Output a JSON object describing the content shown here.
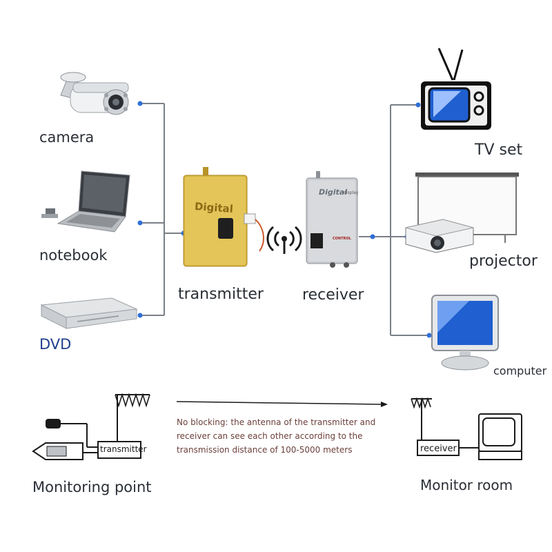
{
  "sources": {
    "camera": "camera",
    "notebook": "notebook",
    "dvd": "DVD"
  },
  "devices": {
    "transmitter": "transmitter",
    "receiver": "receiver",
    "transmitter_face": "Digital",
    "receiver_face": "Digital",
    "receiver_face_small": "display",
    "receiver_button": "CONTROL"
  },
  "outputs": {
    "tv": "TV set",
    "projector": "projector",
    "computer": "computer"
  },
  "bottom": {
    "tx_box": "transmitter",
    "rx_box": "receiver",
    "note_line1": "No blocking: the antenna of the transmitter and",
    "note_line2": "receiver can see each other according to the",
    "note_line3": "transmission distance of 100-5000 meters",
    "left_caption": "Monitoring point",
    "right_caption": "Monitor room"
  },
  "colors": {
    "wire": "#7a7f86",
    "dot": "#2f6fd6",
    "dvd_label": "#1f3e8c",
    "transmitter_gold": "#d9b43a",
    "receiver_silver": "#c9ccd0",
    "screen_blue": "#1f5fd0"
  }
}
